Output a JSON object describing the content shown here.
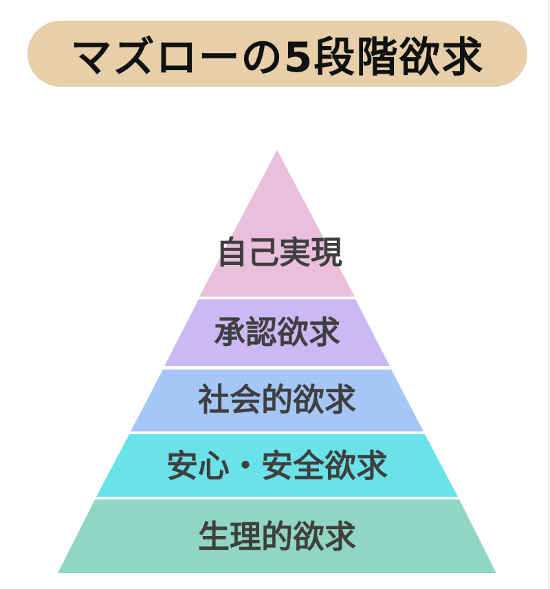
{
  "title": "マズローの5段階欲求",
  "colors": {
    "title_background": "#e6cfa9",
    "title_text": "#111111",
    "label_text": "#3f3f3f"
  },
  "tiers": [
    {
      "label": "自己実現",
      "color": "#eabfdc"
    },
    {
      "label": "承認欲求",
      "color": "#cbb9f6"
    },
    {
      "label": "社会的欲求",
      "color": "#a6c6f8"
    },
    {
      "label": "安心・安全欲求",
      "color": "#69e2e8"
    },
    {
      "label": "生理的欲求",
      "color": "#90d6c2"
    }
  ]
}
